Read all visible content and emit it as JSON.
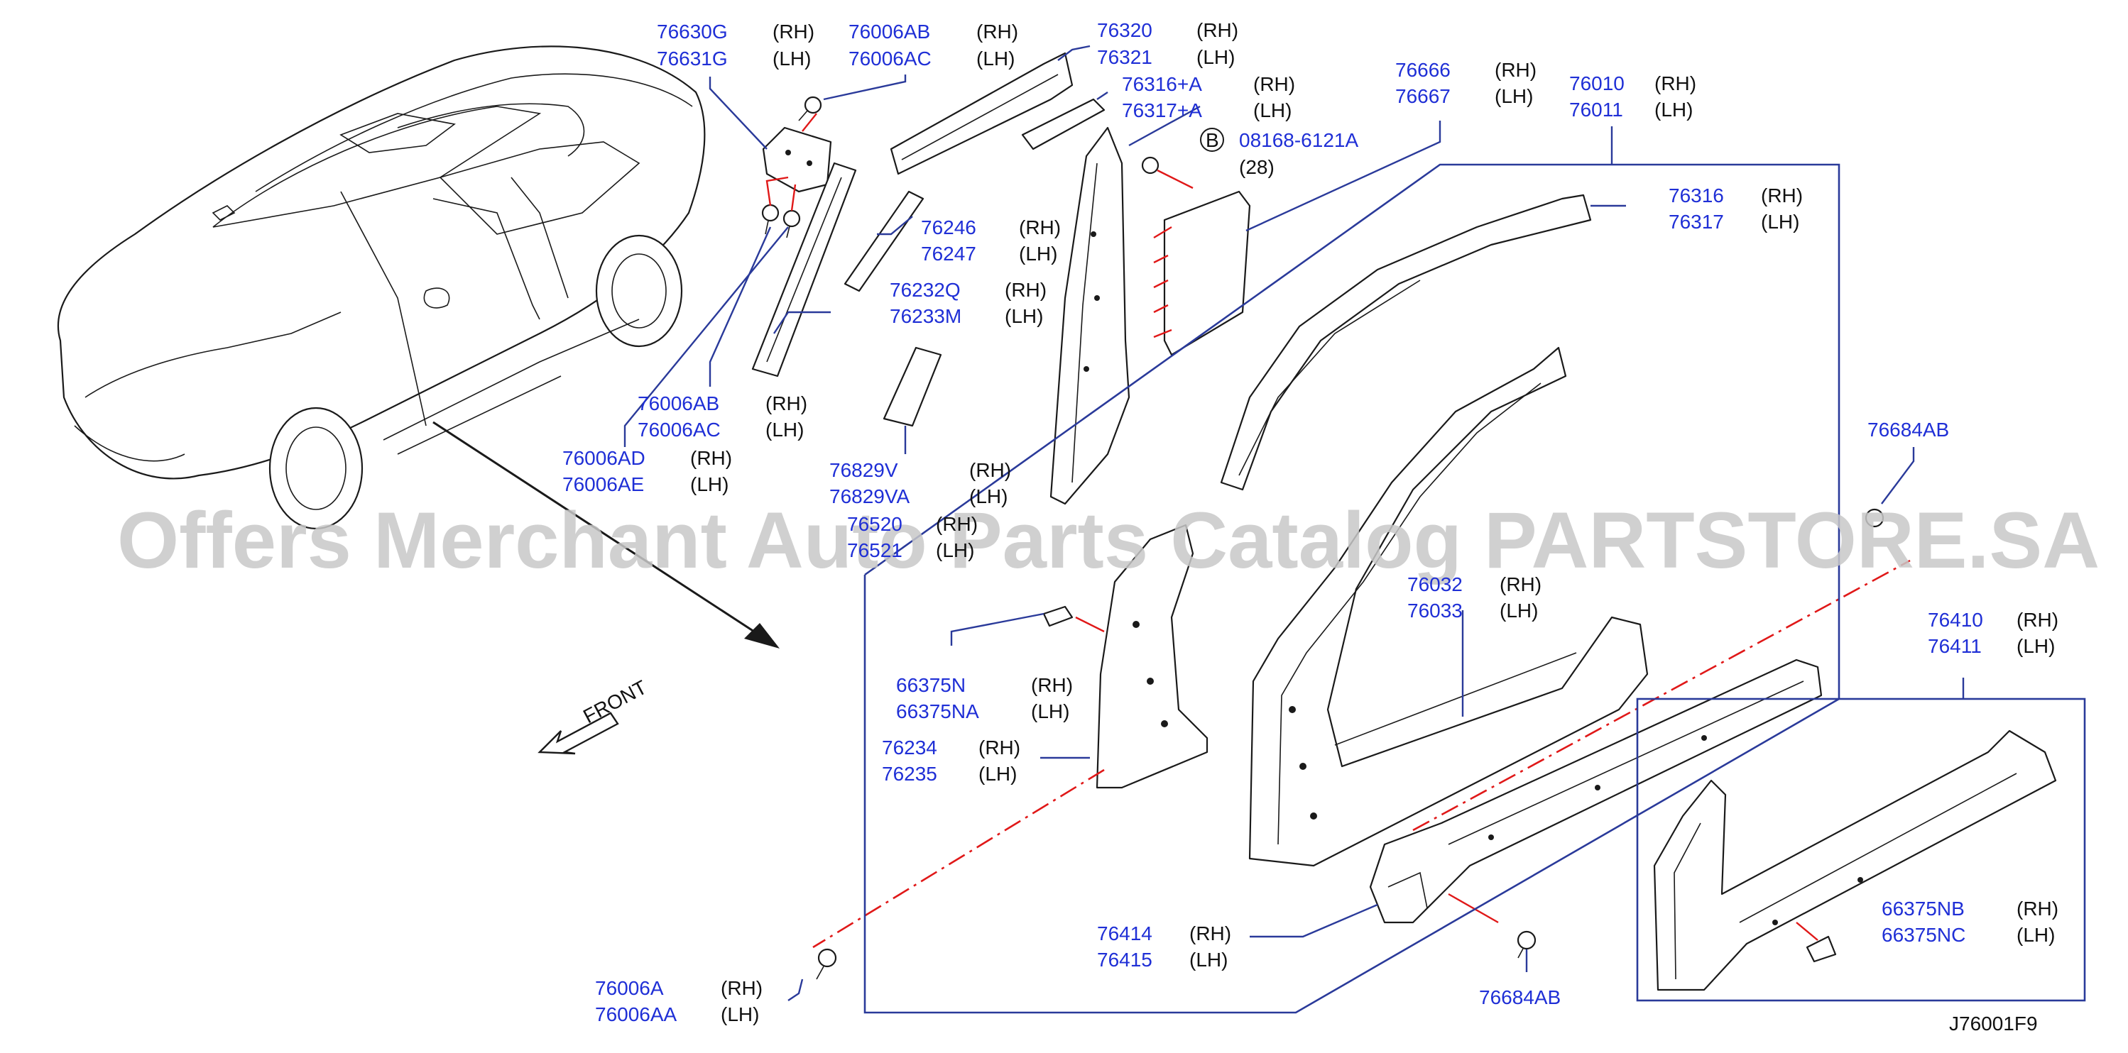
{
  "watermark": "Offers Merchant Auto Parts Catalog PARTSTORE.SA",
  "diagram_code": "J76001F9",
  "front_label": "FRONT",
  "bolt_callout": {
    "letter": "B",
    "part": "08168-6121A",
    "qty": "(28)"
  },
  "callouts": [
    {
      "id": "c1",
      "rh": "76630G",
      "lh": "76631G"
    },
    {
      "id": "c2",
      "rh": "76006AB",
      "lh": "76006AC"
    },
    {
      "id": "c3",
      "rh": "76320",
      "lh": "76321"
    },
    {
      "id": "c4",
      "rh": "76316+A",
      "lh": "76317+A"
    },
    {
      "id": "c5",
      "rh": "76666",
      "lh": "76667"
    },
    {
      "id": "c6",
      "rh": "76010",
      "lh": "76011"
    },
    {
      "id": "c7",
      "rh": "76316",
      "lh": "76317"
    },
    {
      "id": "c8",
      "rh": "76246",
      "lh": "76247"
    },
    {
      "id": "c9",
      "rh": "76232Q",
      "lh": "76233M"
    },
    {
      "id": "c10",
      "rh": "76006AB",
      "lh": "76006AC"
    },
    {
      "id": "c11",
      "rh": "76006AD",
      "lh": "76006AE"
    },
    {
      "id": "c12",
      "rh": "76829V",
      "lh": "76829VA"
    },
    {
      "id": "c13",
      "rh": "76520",
      "lh": "76521"
    },
    {
      "id": "c14",
      "rh": "76032",
      "lh": "76033"
    },
    {
      "id": "c15",
      "rh": "66375N",
      "lh": "66375NA"
    },
    {
      "id": "c16",
      "rh": "76234",
      "lh": "76235"
    },
    {
      "id": "c17",
      "rh": "76410",
      "lh": "76411"
    },
    {
      "id": "c18",
      "rh": "66375NB",
      "lh": "66375NC"
    },
    {
      "id": "c19",
      "rh": "76414",
      "lh": "76415"
    },
    {
      "id": "c20",
      "rh": "76006A",
      "lh": "76006AA"
    }
  ],
  "single_callouts": [
    {
      "id": "s1",
      "part": "76684AB"
    },
    {
      "id": "s2",
      "part": "76684AB"
    }
  ],
  "side_labels": {
    "rh": "(RH)",
    "lh": "(LH)"
  }
}
